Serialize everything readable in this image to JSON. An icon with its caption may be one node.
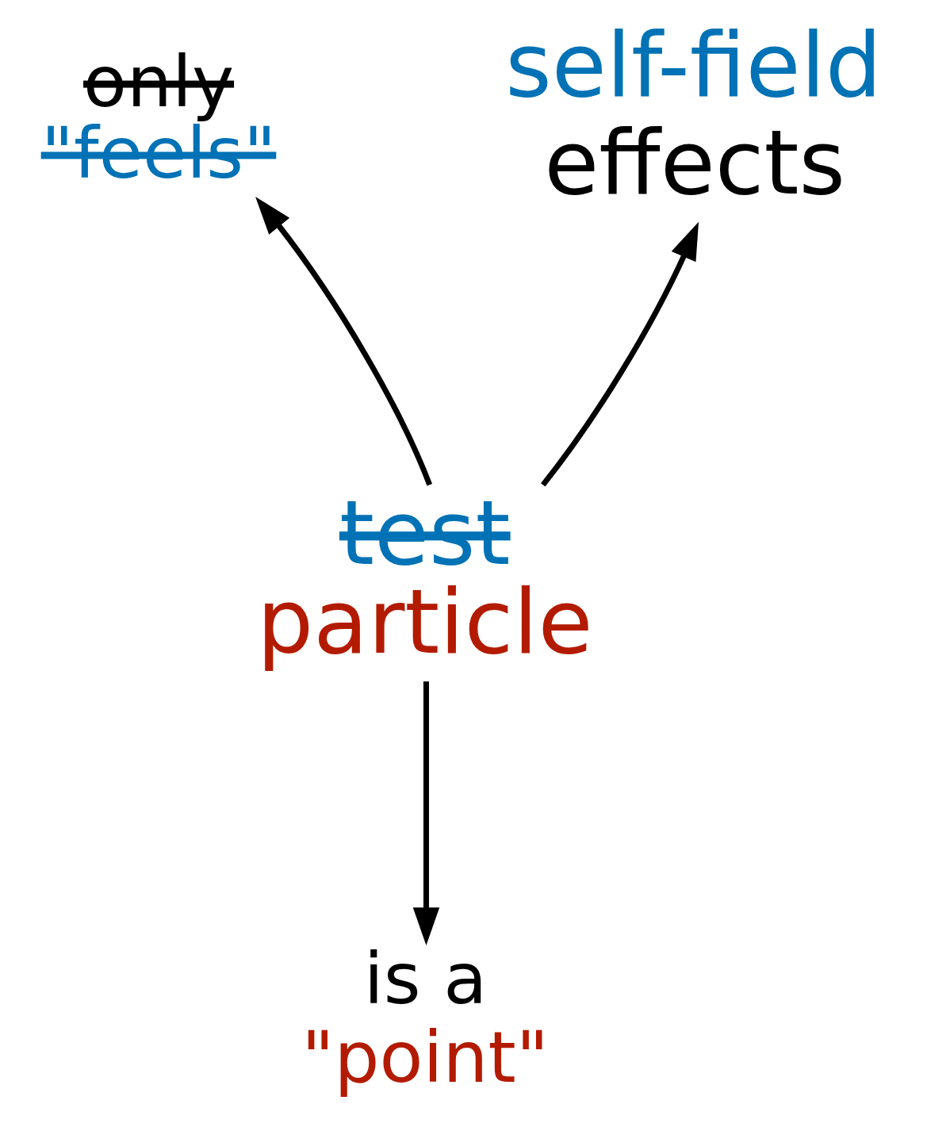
{
  "diagram": {
    "nodes": [
      {
        "text": [
          "only",
          "\"feels\""
        ]
      },
      {
        "text": [
          "self-field",
          "effects"
        ]
      },
      {
        "text": [
          "test",
          "particle"
        ]
      },
      {
        "text": [
          "is a",
          "\"point\""
        ]
      }
    ],
    "edges": [
      {
        "from": 2,
        "to": 0,
        "arrow": "to"
      },
      {
        "from": 2,
        "to": 1,
        "arrow": "to"
      },
      {
        "from": 2,
        "to": 3,
        "arrow": "to"
      }
    ]
  }
}
